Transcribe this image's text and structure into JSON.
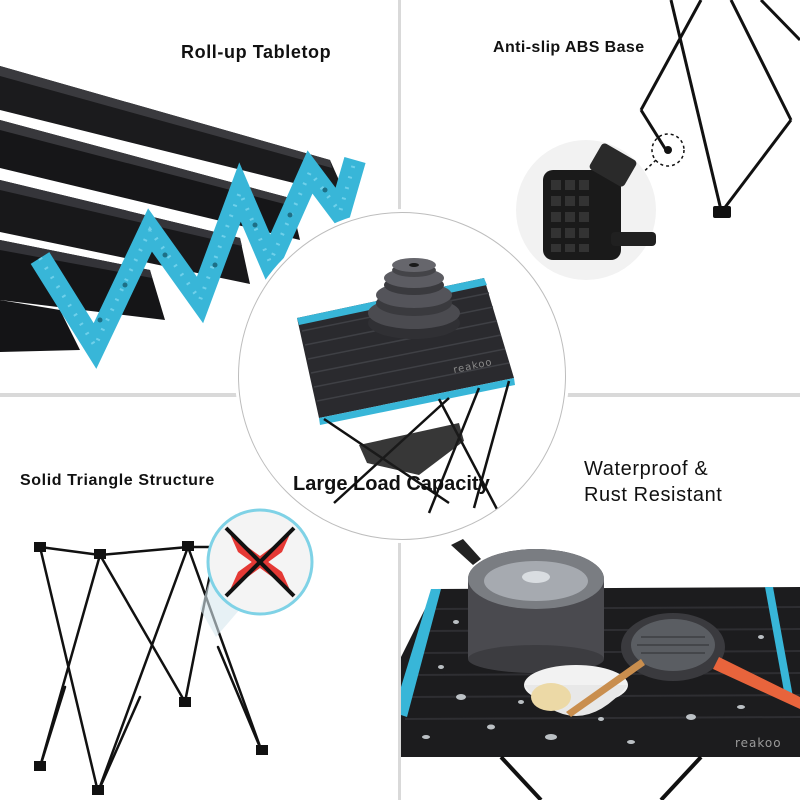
{
  "panels": {
    "rollup_tabletop": {
      "label": "Roll-up Tabletop"
    },
    "antislip_base": {
      "label": "Anti-slip ABS Base"
    },
    "triangle_structure": {
      "label": "Solid Triangle Structure"
    },
    "waterproof": {
      "label_line1": "Waterproof &",
      "label_line2": "Rust Resistant",
      "brand": "reakoo"
    },
    "load_capacity": {
      "label": "Large Load Capacity",
      "brand": "reakoo"
    }
  },
  "colors": {
    "accent_blue": "#38b6d8",
    "table_black": "#1c1c1e",
    "frame_black": "#111111",
    "marker_red": "#e53935",
    "pan_orange": "#e8643c"
  },
  "icons": [
    "zoom-callout-icon",
    "magnifier-circle-icon"
  ]
}
